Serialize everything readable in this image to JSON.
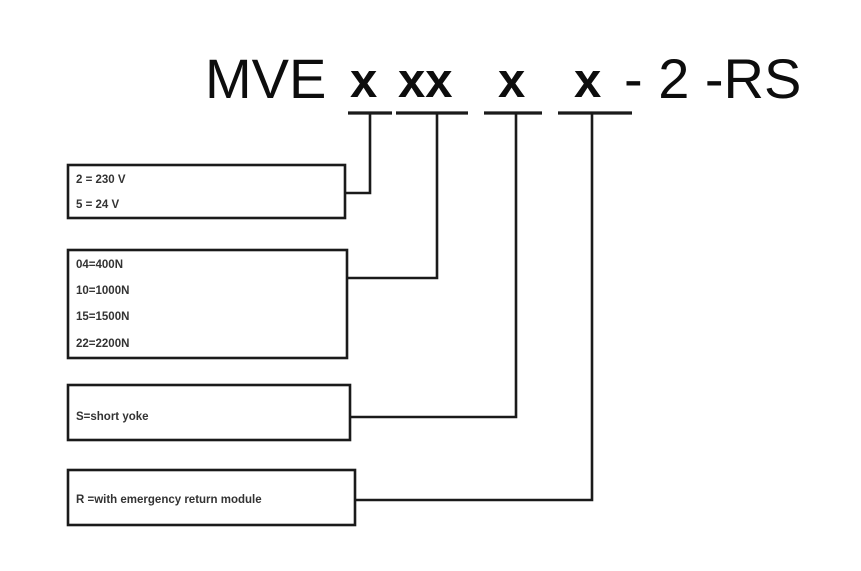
{
  "diagram": {
    "type": "product-code-breakdown",
    "title": {
      "prefix": "MVE",
      "segments": [
        "x",
        "xx",
        "x",
        "x"
      ],
      "suffix": "- 2 -RS",
      "full_text": "MVE x xx x x - 2 -RS"
    },
    "colors": {
      "line": "#1a1a1a",
      "text": "#0d0d0d",
      "label_text": "#333333",
      "background": "#ffffff"
    },
    "legend_boxes": [
      {
        "id": "voltage",
        "target_segment": "x",
        "lines": [
          "2 = 230 V",
          "5 = 24 V"
        ]
      },
      {
        "id": "force",
        "target_segment": "xx",
        "lines": [
          "04=400N",
          "10=1000N",
          "15=1500N",
          "22=2200N"
        ]
      },
      {
        "id": "yoke",
        "target_segment": "x",
        "lines": [
          "S=short yoke"
        ]
      },
      {
        "id": "return-module",
        "target_segment": "x",
        "lines": [
          "R =with emergency return module"
        ]
      }
    ]
  }
}
